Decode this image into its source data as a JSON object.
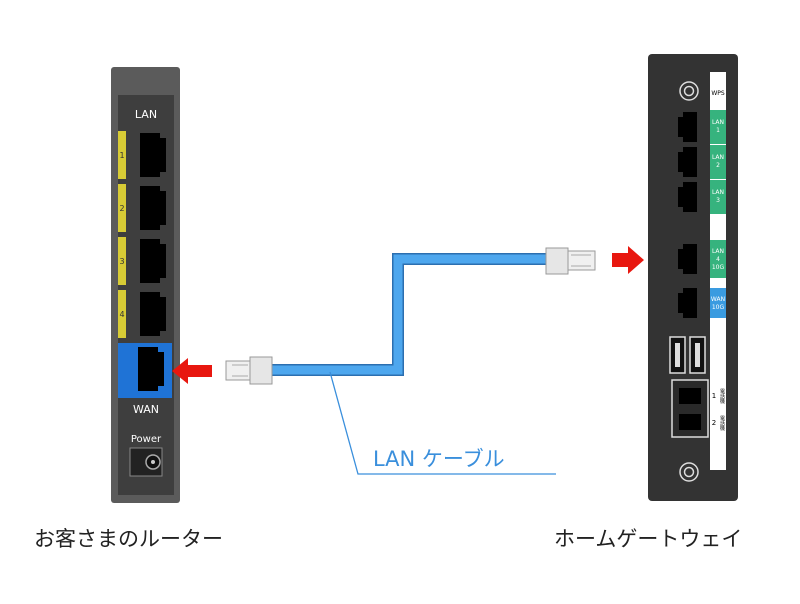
{
  "router": {
    "lan_label": "LAN",
    "port_numbers": [
      "1",
      "2",
      "3",
      "4"
    ],
    "wan_label": "WAN",
    "power_label": "Power",
    "caption": "お客さまのルーター"
  },
  "gateway": {
    "caption": "ホームゲートウェイ",
    "wps_label": "WPS",
    "ports": [
      {
        "line1": "LAN",
        "line2": "1",
        "line3": ""
      },
      {
        "line1": "LAN",
        "line2": "2",
        "line3": ""
      },
      {
        "line1": "LAN",
        "line2": "3",
        "line3": ""
      },
      {
        "line1": "LAN",
        "line2": "4",
        "line3": "10G"
      },
      {
        "line1": "WAN",
        "line2": "10G",
        "line3": ""
      }
    ],
    "tel_labels": [
      {
        "num": "1",
        "text": "電話機"
      },
      {
        "num": "2",
        "text": "電話機"
      }
    ]
  },
  "cable": {
    "label": "LAN ケーブル"
  },
  "colors": {
    "router_body": "#5b5b5b",
    "router_panel": "#3e3e3e",
    "gateway_body": "#333333",
    "lan_number_strip": "#d7cb35",
    "router_wan_port": "#1f73d6",
    "gateway_lan_tag": "#36b37e",
    "gateway_wan_tag": "#3a9be0",
    "cable": "#4ea7ee",
    "arrow": "#e8170f",
    "label_text": "#3a8fdc"
  }
}
